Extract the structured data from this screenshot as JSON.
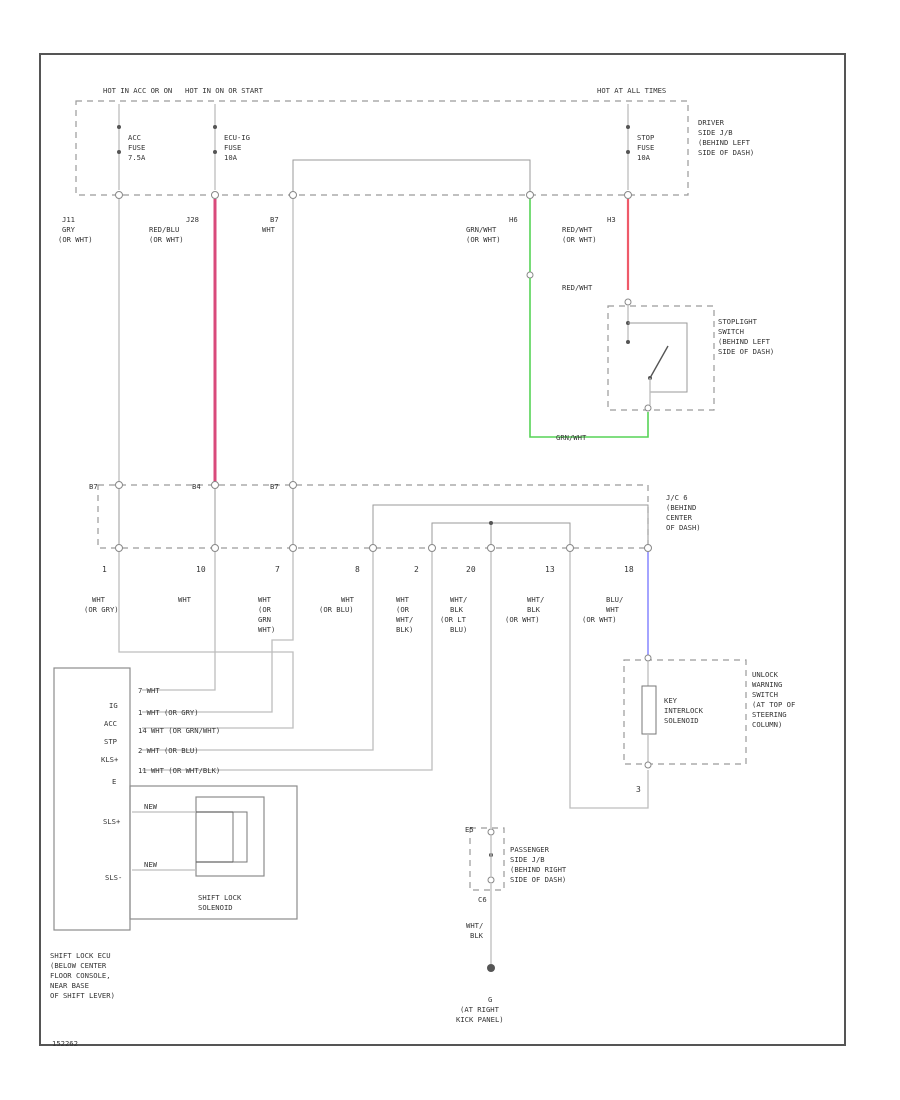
{
  "diagram": {
    "fuses": {
      "acc_source": "HOT IN ACC OR ON",
      "ecu_ig_source": "HOT IN ON OR START",
      "stop_source": "HOT AT ALL TIMES",
      "acc_fuse": [
        "ACC",
        "FUSE",
        "7.5A"
      ],
      "ecu_ig_fuse": [
        "ECU-IG",
        "FUSE",
        "10A"
      ],
      "stop_fuse": [
        "STOP",
        "FUSE",
        "10A"
      ],
      "driver_jb": [
        "DRIVER",
        "SIDE J/B",
        "(BEHIND LEFT",
        "SIDE OF DASH)"
      ]
    },
    "wires_top": {
      "j11": [
        "J11",
        "GRY",
        "(OR WHT)"
      ],
      "j28": [
        "J28",
        "RED/BLU",
        "(OR WHT)"
      ],
      "b_term": [
        "B7",
        "WHT"
      ],
      "h6": [
        "H6",
        "GRN/WHT",
        "(OR WHT)"
      ],
      "h3": [
        "H3",
        "RED/WHT",
        "(OR WHT)"
      ],
      "red_wht": "RED/WHT",
      "grn_wht": "GRN/WHT"
    },
    "stoplight": [
      "STOPLIGHT",
      "SWITCH",
      "(BEHIND LEFT",
      "SIDE OF DASH)"
    ],
    "junction": {
      "labels": [
        "B7",
        "B4",
        "B7"
      ],
      "jb_label": [
        "J/C 6",
        "(BEHIND",
        "CENTER",
        "OF DASH)"
      ],
      "pins": [
        "1",
        "10",
        "7",
        "8",
        "2",
        "20",
        "13",
        "18"
      ]
    },
    "wires_bottom": {
      "w1": [
        "WHT",
        "(OR GRY)"
      ],
      "w10": [
        "WHT"
      ],
      "w7": [
        "WHT",
        "(OR",
        "GRN",
        "WHT)"
      ],
      "w8": [
        "WHT",
        "(OR BLU)"
      ],
      "w2": [
        "WHT",
        "(OR",
        "WHT/",
        "BLK)"
      ],
      "w20": [
        "WHT/",
        "BLK",
        "(OR LT",
        "BLU)"
      ],
      "w13": [
        "WHT/",
        "BLK",
        "(OR WHT)"
      ],
      "w18": [
        "BLU/",
        "WHT",
        "(OR WHT)"
      ]
    },
    "ecu": {
      "terms": [
        "IG",
        "ACC",
        "STP",
        "KLS+",
        "E",
        "SLS+",
        "SLS-"
      ],
      "wires": [
        "7  WHT",
        "1  WHT (OR GRY)",
        "14  WHT (OR GRN/WHT)",
        "2  WHT (OR BLU)",
        "11  WHT (OR WHT/BLK)"
      ],
      "sol_wires": [
        "NEW",
        "NEW"
      ],
      "name": [
        "SHIFT LOCK ECU",
        "(BELOW CENTER",
        "FLOOR CONSOLE,",
        "NEAR BASE",
        "OF SHIFT LEVER)"
      ]
    },
    "shift_lock_sol": [
      "SHIFT LOCK",
      "SOLENOID"
    ],
    "key_interlock": [
      "KEY",
      "INTERLOCK",
      "SOLENOID"
    ],
    "unlock_switch": [
      "UNLOCK",
      "WARNING",
      "SWITCH",
      "(AT TOP OF",
      "STEERING",
      "COLUMN)"
    ],
    "unlock_pin": "3",
    "passenger_jb": [
      "PASSENGER",
      "SIDE J/B",
      "(BEHIND RIGHT",
      "SIDE OF DASH)"
    ],
    "passenger_terms": [
      "E5",
      "C6"
    ],
    "ground_wire": [
      "WHT/",
      "BLK"
    ],
    "ground": [
      "G",
      "(AT RIGHT",
      "KICK PANEL)"
    ],
    "figure_id": "152262"
  }
}
